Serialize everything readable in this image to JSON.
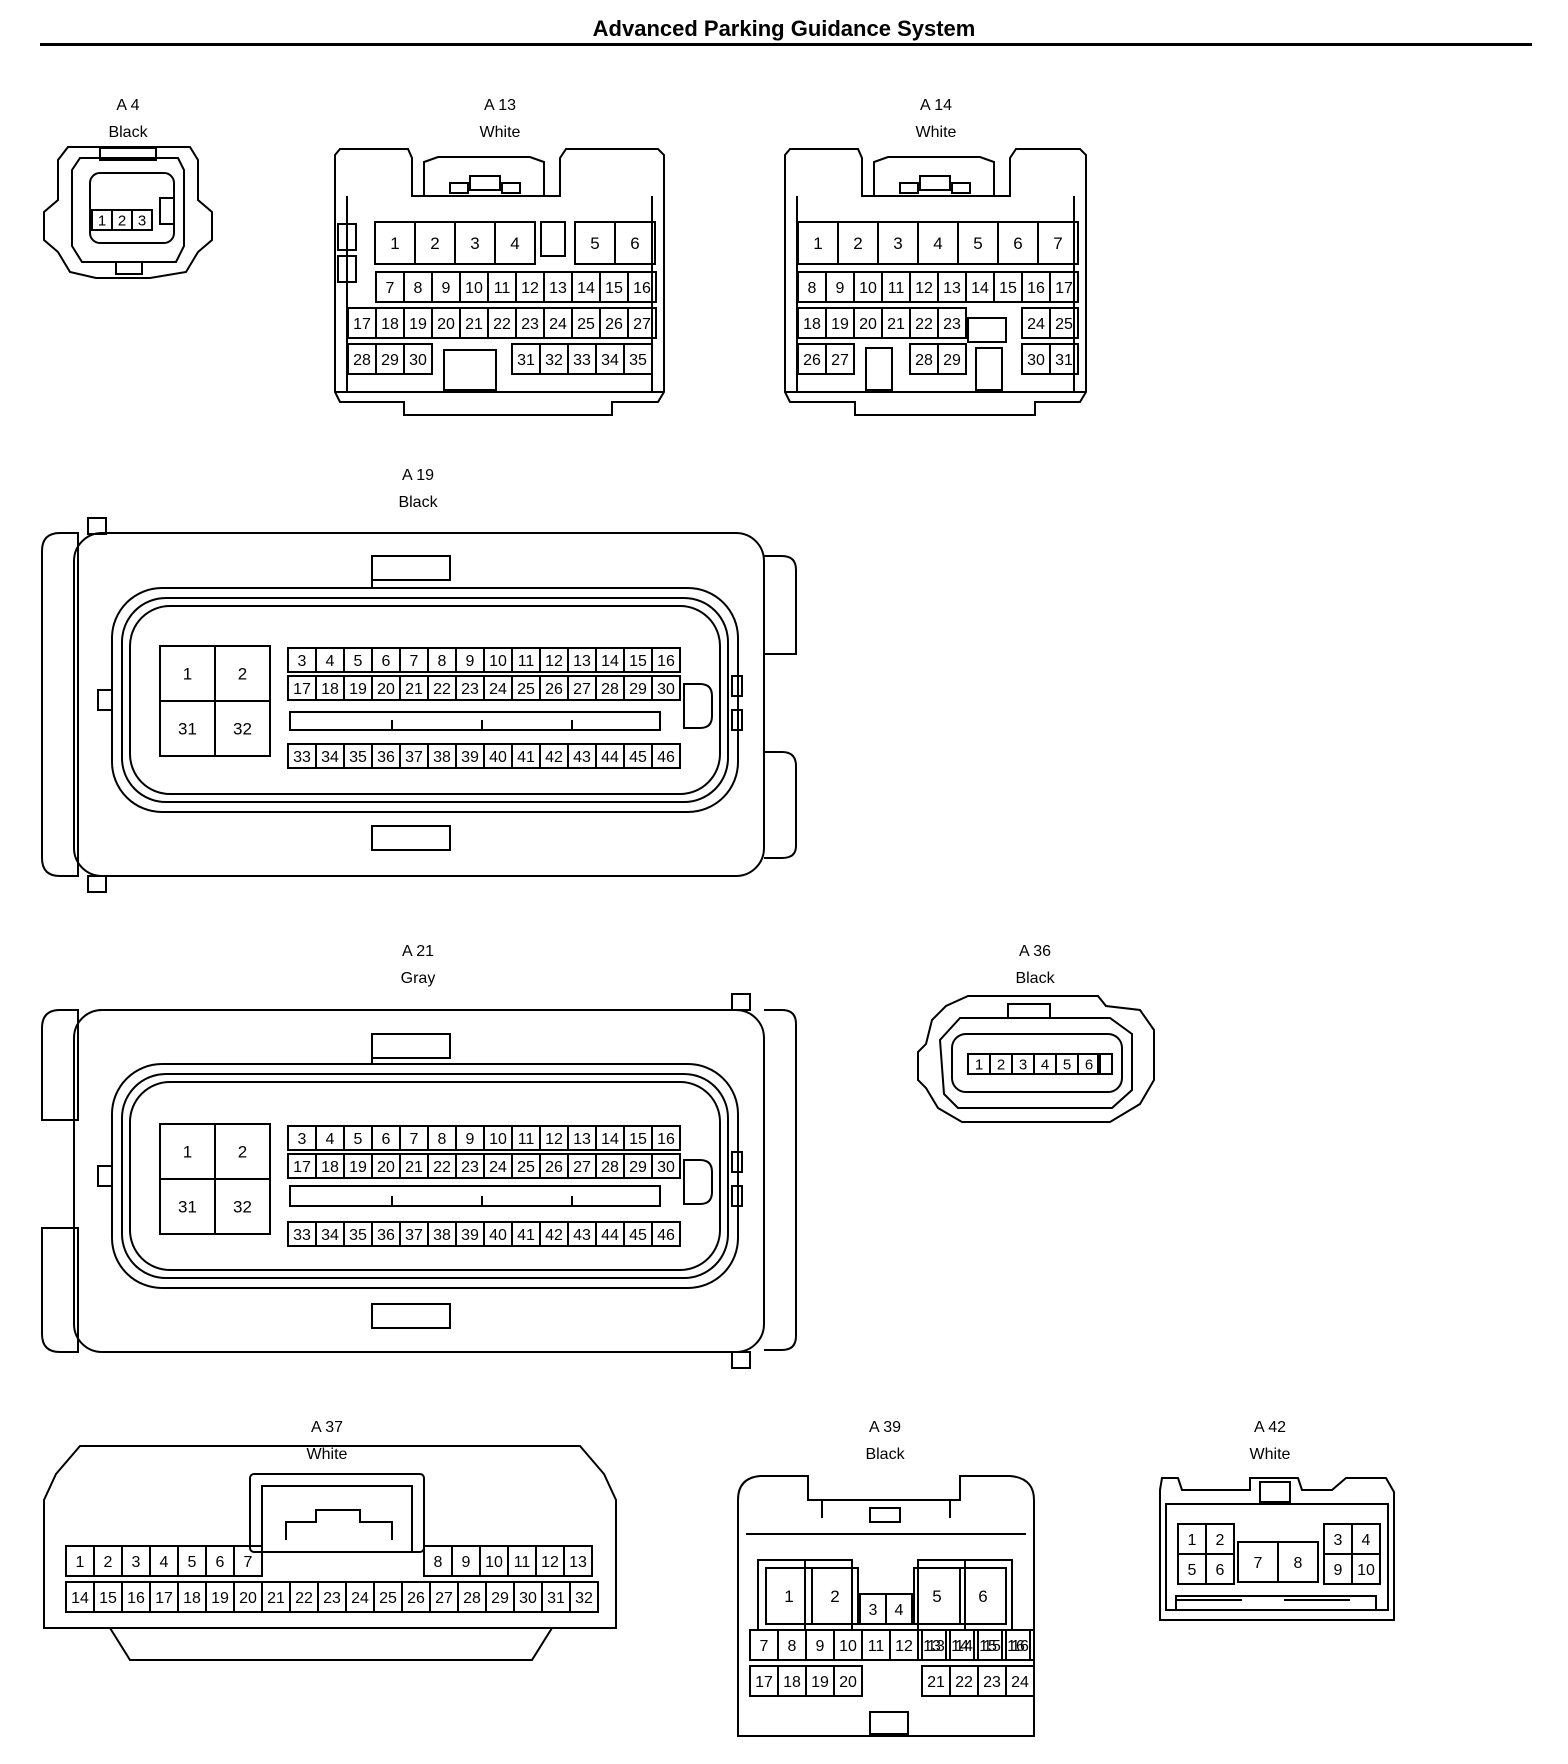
{
  "title": "Advanced Parking Guidance System",
  "connectors": {
    "a4": {
      "id": "A 4",
      "color": "Black"
    },
    "a13": {
      "id": "A 13",
      "color": "White"
    },
    "a14": {
      "id": "A 14",
      "color": "White"
    },
    "a19": {
      "id": "A 19",
      "color": "Black"
    },
    "a21": {
      "id": "A 21",
      "color": "Gray"
    },
    "a36": {
      "id": "A 36",
      "color": "Black"
    },
    "a37": {
      "id": "A 37",
      "color": "White"
    },
    "a39": {
      "id": "A 39",
      "color": "Black"
    },
    "a42": {
      "id": "A 42",
      "color": "White"
    }
  }
}
